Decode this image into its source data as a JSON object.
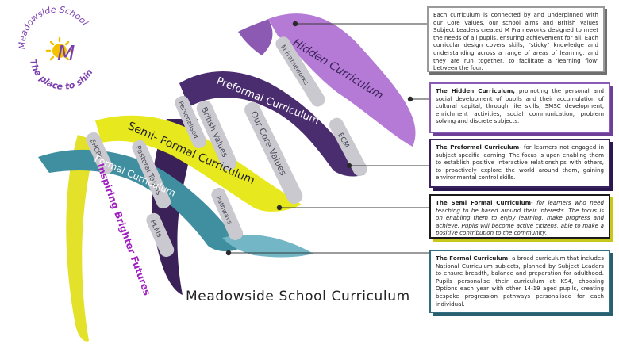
{
  "logo": {
    "school_name": "Meadowside School",
    "letter": "M",
    "tagline": "The place to shine!",
    "accent_color": "#7b3fb0",
    "sun_color": "#f2c200"
  },
  "caption": "Meadowside School Curriculum",
  "helix": {
    "colors": {
      "hidden": "#b57ad6",
      "preformal": "#4a2d6e",
      "semi_formal": "#e8e81e",
      "formal": "#3f8fa0",
      "rung": "#c9c9cf"
    },
    "ribbon_labels": {
      "hidden": "Hidden Curriculum",
      "preformal": "Preformal Curriculum",
      "semi_formal": "Semi- Formal Curriculum",
      "formal": "Formal Curriculum"
    },
    "rungs": {
      "m_frameworks": "M Frameworks",
      "ecm": "ECM",
      "our_core_values": "Our Core Values",
      "british_values": "British Values",
      "personalised": "Personalised",
      "pathways": "Pathways",
      "ehcps": "EHCPs",
      "pastoral_teams": "Pastoral Teams",
      "plms": "PLMs"
    },
    "side_text": "Inspiring Brighter Futures"
  },
  "boxes": {
    "intro": {
      "text": "Each curriculum is connected by and underpinned with our Core Values, our school aims and British Values Subject Leaders created M Frameworks designed to meet the needs of all pupils, ensuring achievement for all. Each curricular design covers skills, \"sticky\" knowledge and understanding across a range of areas of learning, and they are run together, to facilitate a 'learning flow' between the four."
    },
    "hidden": {
      "title": "The Hidden Curriculum,",
      "text": " promoting the personal and social development of pupils and their accumulation of cultural capital, through life skills, SMSC development, enrichment activities, social communication, problem solving and discrete subjects."
    },
    "preformal": {
      "title": "The Preformal Curriculum",
      "text": "- for learners not engaged in subject specific learning. The focus is upon enabling them to establish positive interactive relationships with others, to proactively explore the world around them, gaining environmental control skills."
    },
    "semi_formal": {
      "title": "The Semi Formal Curriculum",
      "text": "- for learners who need teaching to be based around their interests. The focus is on enabling them to enjoy learning, make progress and achieve. Pupils will become active citizens, able to make a positive contribution to the community."
    },
    "formal": {
      "title": "The Formal Curriculum",
      "text": "- a broad curriculum that includes National Curriculum subjects, planned by Subject Leaders to ensure breadth, balance and preparation for adulthood. Pupils personalise their curriculum at KS4, choosing Options each year with other 14-19 aged pupils, creating bespoke progression pathways personalised for each individual."
    }
  }
}
